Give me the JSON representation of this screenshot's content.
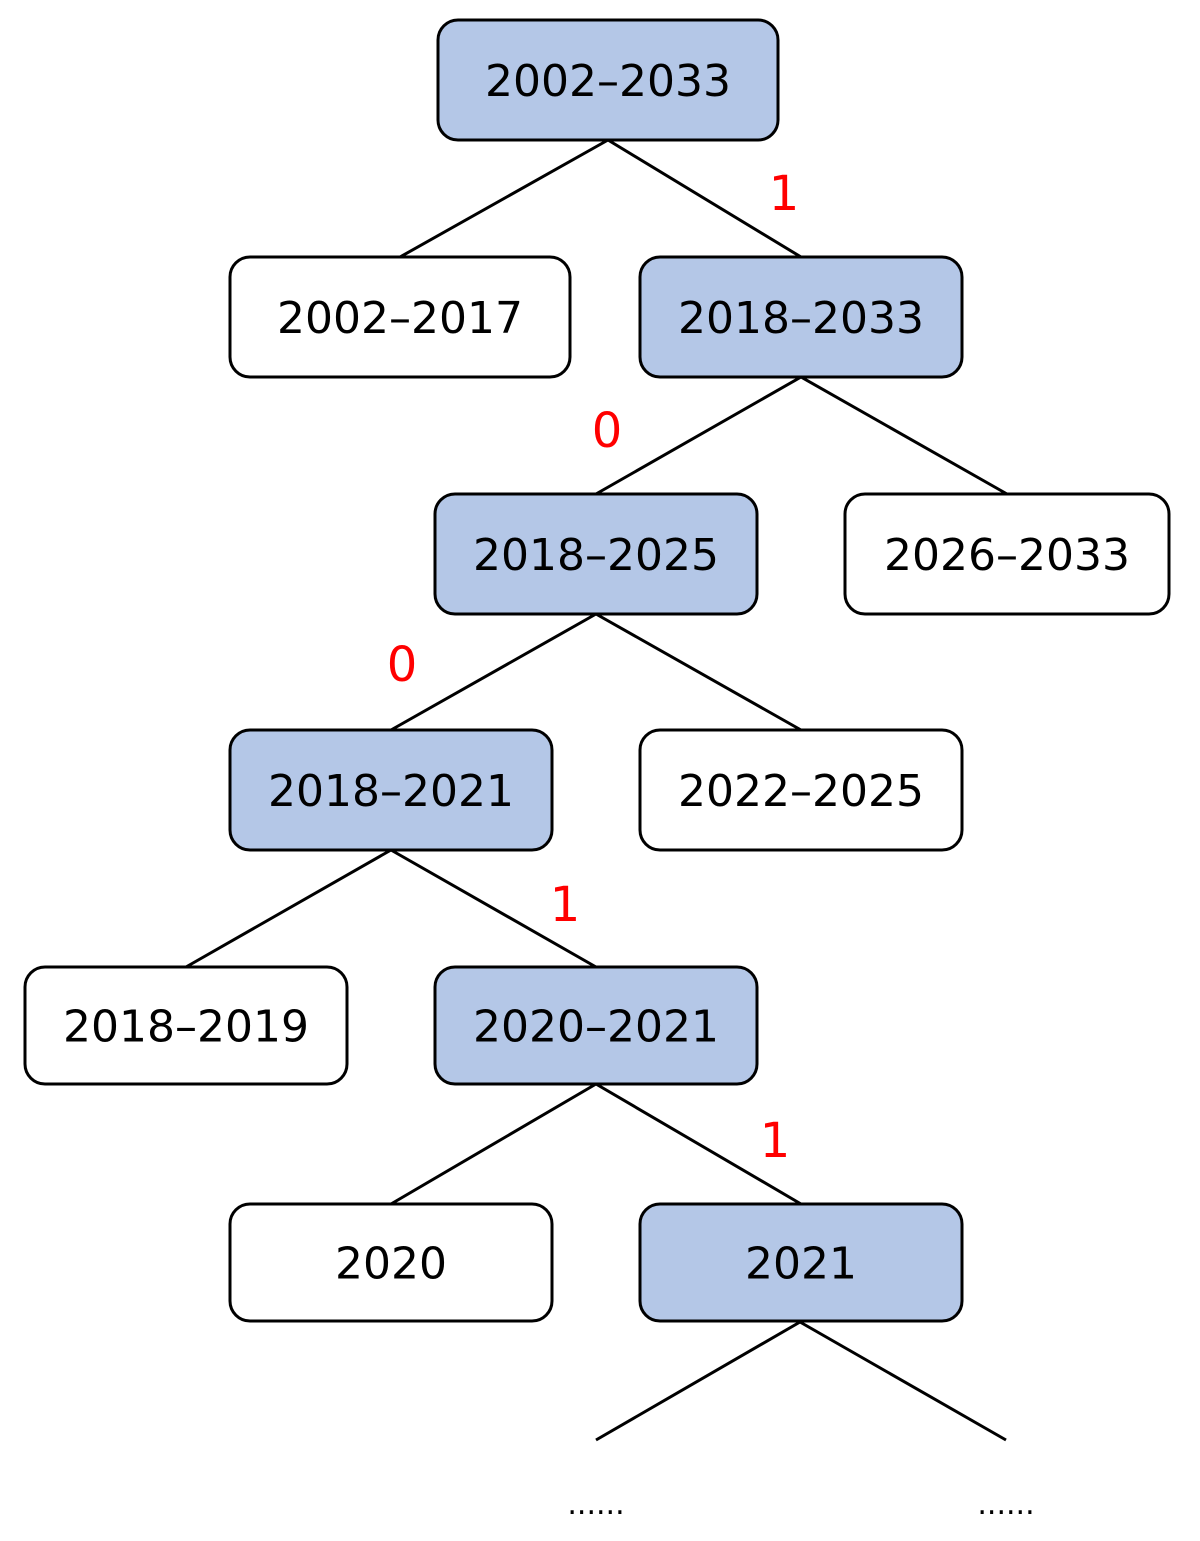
{
  "colors": {
    "highlight_fill": "#b4c7e7",
    "plain_fill": "#ffffff",
    "border": "#000000",
    "edge_label": "#ff0000"
  },
  "nodes": [
    {
      "id": "n2002-2033",
      "label": "2002–2033",
      "highlighted": true
    },
    {
      "id": "n2002-2017",
      "label": "2002–2017",
      "highlighted": false
    },
    {
      "id": "n2018-2033",
      "label": "2018–2033",
      "highlighted": true
    },
    {
      "id": "n2018-2025",
      "label": "2018–2025",
      "highlighted": true
    },
    {
      "id": "n2026-2033",
      "label": "2026–2033",
      "highlighted": false
    },
    {
      "id": "n2018-2021",
      "label": "2018–2021",
      "highlighted": true
    },
    {
      "id": "n2022-2025",
      "label": "2022–2025",
      "highlighted": false
    },
    {
      "id": "n2018-2019",
      "label": "2018–2019",
      "highlighted": false
    },
    {
      "id": "n2020-2021",
      "label": "2020–2021",
      "highlighted": true
    },
    {
      "id": "n2020",
      "label": "2020",
      "highlighted": false
    },
    {
      "id": "n2021",
      "label": "2021",
      "highlighted": true
    }
  ],
  "edges": [
    {
      "from": "n2002-2033",
      "to": "n2002-2017",
      "label": ""
    },
    {
      "from": "n2002-2033",
      "to": "n2018-2033",
      "label": "1"
    },
    {
      "from": "n2018-2033",
      "to": "n2018-2025",
      "label": "0"
    },
    {
      "from": "n2018-2033",
      "to": "n2026-2033",
      "label": ""
    },
    {
      "from": "n2018-2025",
      "to": "n2018-2021",
      "label": "0"
    },
    {
      "from": "n2018-2025",
      "to": "n2022-2025",
      "label": ""
    },
    {
      "from": "n2018-2021",
      "to": "n2018-2019",
      "label": ""
    },
    {
      "from": "n2018-2021",
      "to": "n2020-2021",
      "label": "1"
    },
    {
      "from": "n2020-2021",
      "to": "n2020",
      "label": ""
    },
    {
      "from": "n2020-2021",
      "to": "n2021",
      "label": "1"
    }
  ],
  "continuation": {
    "parent": "n2021",
    "ellipsis_left": "......",
    "ellipsis_right": "......"
  }
}
